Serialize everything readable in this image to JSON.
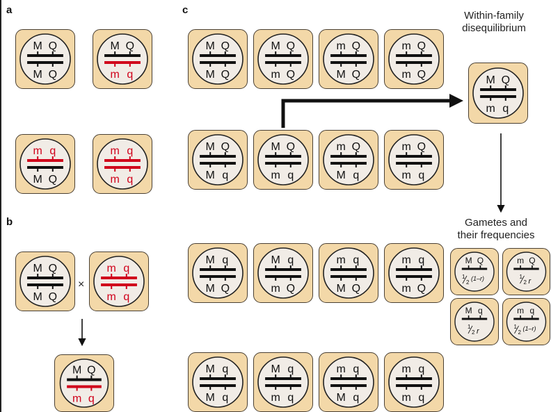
{
  "labels": {
    "a": "a",
    "b": "b",
    "c": "c"
  },
  "cross_symbol": "×",
  "captions": {
    "within_family": [
      "Within-family",
      "disequilibrium"
    ],
    "gametes": [
      "Gametes and",
      "their frequencies"
    ]
  },
  "colors": {
    "black": "#111111",
    "red": "#d0021b",
    "cell_fill": "#f3d8a8",
    "nucleus_fill": "#f1ece6"
  },
  "panel_a": [
    {
      "top": [
        "M",
        "Q"
      ],
      "bottom": [
        "M",
        "Q"
      ],
      "top_color": "black",
      "bottom_color": "black"
    },
    {
      "top": [
        "M",
        "Q"
      ],
      "bottom": [
        "m",
        "q"
      ],
      "top_color": "black",
      "bottom_color": "red"
    },
    {
      "top": [
        "m",
        "q"
      ],
      "bottom": [
        "M",
        "Q"
      ],
      "top_color": "red",
      "bottom_color": "black"
    },
    {
      "top": [
        "m",
        "q"
      ],
      "bottom": [
        "m",
        "q"
      ],
      "top_color": "red",
      "bottom_color": "red"
    }
  ],
  "panel_b": [
    {
      "top": [
        "M",
        "Q"
      ],
      "bottom": [
        "M",
        "Q"
      ],
      "top_color": "black",
      "bottom_color": "black"
    },
    {
      "top": [
        "m",
        "q"
      ],
      "bottom": [
        "m",
        "q"
      ],
      "top_color": "red",
      "bottom_color": "red"
    },
    {
      "top": [
        "M",
        "Q"
      ],
      "bottom": [
        "m",
        "q"
      ],
      "top_color": "black",
      "bottom_color": "red"
    }
  ],
  "panel_c": [
    {
      "top": [
        "M",
        "Q"
      ],
      "bottom": [
        "M",
        "Q"
      ]
    },
    {
      "top": [
        "M",
        "Q"
      ],
      "bottom": [
        "m",
        "Q"
      ]
    },
    {
      "top": [
        "m",
        "Q"
      ],
      "bottom": [
        "M",
        "Q"
      ]
    },
    {
      "top": [
        "m",
        "Q"
      ],
      "bottom": [
        "m",
        "Q"
      ]
    },
    {
      "top": [
        "M",
        "Q"
      ],
      "bottom": [
        "M",
        "q"
      ]
    },
    {
      "top": [
        "M",
        "Q"
      ],
      "bottom": [
        "m",
        "q"
      ]
    },
    {
      "top": [
        "m",
        "Q"
      ],
      "bottom": [
        "M",
        "q"
      ]
    },
    {
      "top": [
        "m",
        "Q"
      ],
      "bottom": [
        "m",
        "q"
      ]
    },
    {
      "top": [
        "M",
        "q"
      ],
      "bottom": [
        "M",
        "Q"
      ]
    },
    {
      "top": [
        "M",
        "q"
      ],
      "bottom": [
        "m",
        "Q"
      ]
    },
    {
      "top": [
        "m",
        "q"
      ],
      "bottom": [
        "M",
        "Q"
      ]
    },
    {
      "top": [
        "m",
        "q"
      ],
      "bottom": [
        "m",
        "Q"
      ]
    },
    {
      "top": [
        "M",
        "q"
      ],
      "bottom": [
        "M",
        "q"
      ]
    },
    {
      "top": [
        "M",
        "q"
      ],
      "bottom": [
        "m",
        "q"
      ]
    },
    {
      "top": [
        "m",
        "q"
      ],
      "bottom": [
        "M",
        "q"
      ]
    },
    {
      "top": [
        "m",
        "q"
      ],
      "bottom": [
        "m",
        "q"
      ]
    }
  ],
  "highlight_cell": {
    "top": [
      "M",
      "Q"
    ],
    "bottom": [
      "m",
      "q"
    ]
  },
  "gametes": [
    {
      "alleles": [
        "M",
        "Q"
      ],
      "frequency": [
        "1",
        "2",
        "(1–r)"
      ]
    },
    {
      "alleles": [
        "m",
        "Q"
      ],
      "frequency": [
        "1",
        "2",
        "r"
      ]
    },
    {
      "alleles": [
        "M",
        "q"
      ],
      "frequency": [
        "1",
        "2",
        "r"
      ]
    },
    {
      "alleles": [
        "m",
        "q"
      ],
      "frequency": [
        "1",
        "2",
        "(1–r)"
      ]
    }
  ]
}
